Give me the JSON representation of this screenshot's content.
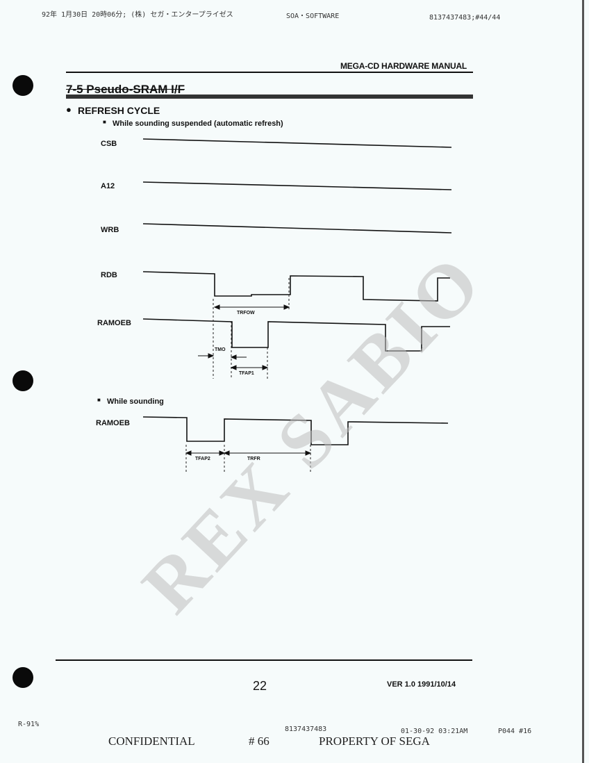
{
  "fax_header": {
    "left": "92年 1月30日  20時06分; (株) セガ・エンタープライゼス",
    "center": "SOA・SOFTWARE",
    "right": "8137437483;#44/44"
  },
  "manual_title": "MEGA-CD HARDWARE MANUAL",
  "section_title": "7-5   Pseudo-SRAM I/F",
  "refresh_heading": "REFRESH CYCLE",
  "subsection_suspended": "While sounding suspended (automatic refresh)",
  "subsection_sounding": "While sounding",
  "signals_suspended": [
    "CSB",
    "A12",
    "WRB",
    "RDB",
    "RAMOEB"
  ],
  "signal_sounding": "RAMOEB",
  "timing_labels": {
    "trfow": "TRFOW",
    "tmo": "TMO",
    "tfap1": "TFAP1",
    "tfap2": "TFAP2",
    "trfr": "TRFR"
  },
  "watermark": "REX SABIO",
  "page_number": "22",
  "version": "VER 1.0 1991/10/14",
  "fax_footer": {
    "reduction": "R-91%",
    "phone": "8137437483",
    "datetime": "01-30-92  03:21AM",
    "page_ref": "P044 #16"
  },
  "confidential": "CONFIDENTIAL",
  "fax_number": "# 66",
  "property": "PROPERTY OF SEGA"
}
